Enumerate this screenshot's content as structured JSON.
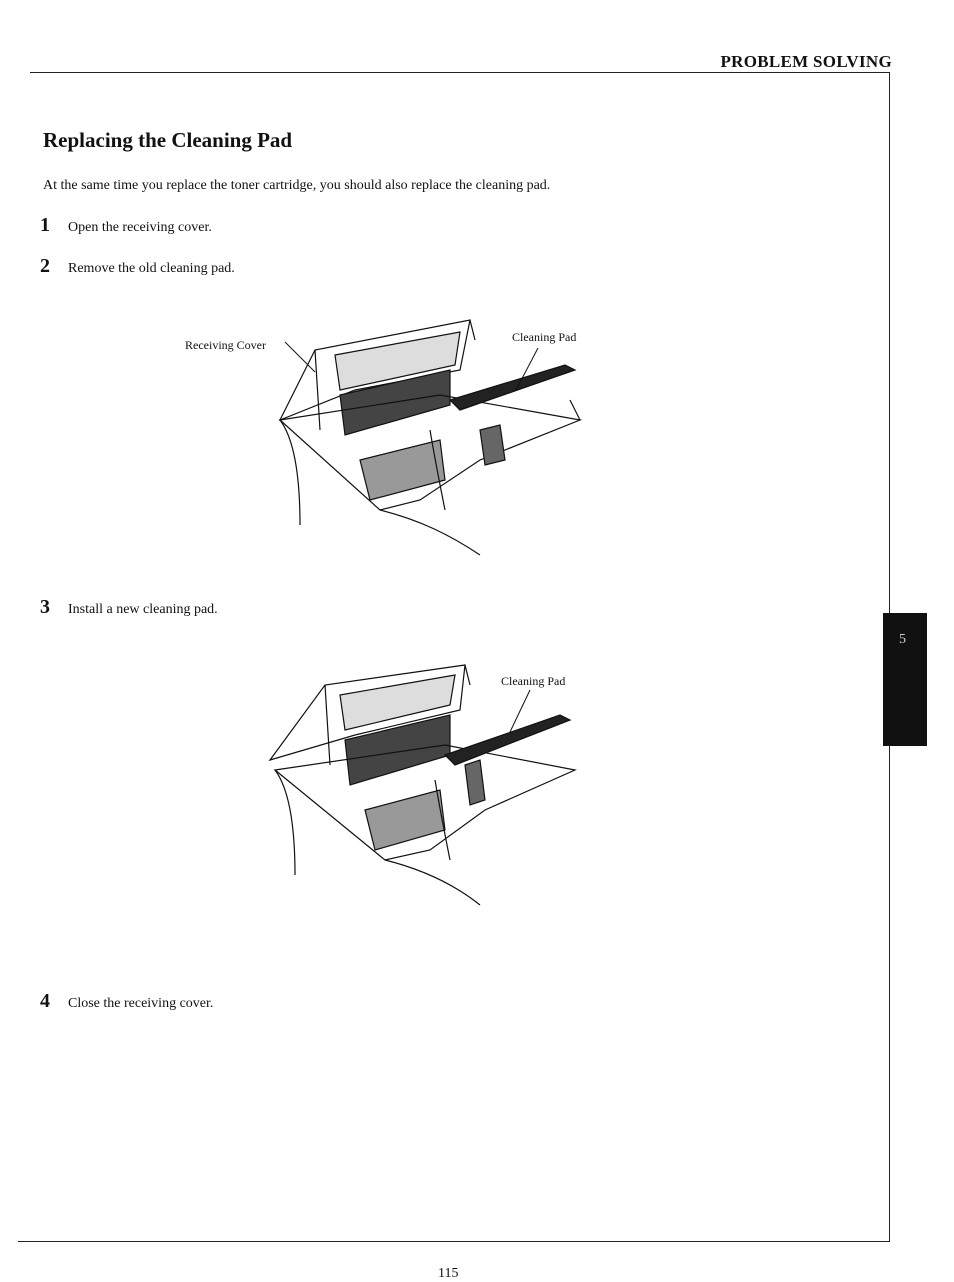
{
  "header": {
    "section": "PROBLEM SOLVING"
  },
  "title": "Replacing the Cleaning Pad",
  "intro": "At the same time you replace the toner cartridge, you should also replace the cleaning pad.",
  "steps": [
    {
      "num": "1",
      "text": "Open the receiving cover."
    },
    {
      "num": "2",
      "text": "Remove the old cleaning pad."
    },
    {
      "num": "3",
      "text": "Install a new cleaning pad."
    },
    {
      "num": "4",
      "text": "Close the receiving cover."
    }
  ],
  "figure1": {
    "label_left": "Receiving Cover",
    "label_right": "Cleaning Pad"
  },
  "figure2": {
    "label_right": "Cleaning Pad"
  },
  "tab": {
    "label": "5"
  },
  "footer": {
    "page": "115"
  }
}
